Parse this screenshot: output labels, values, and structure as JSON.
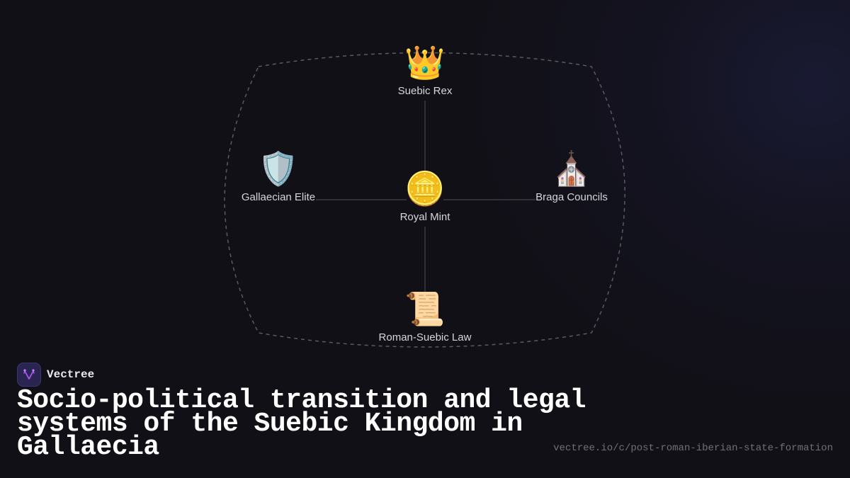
{
  "diagram": {
    "type": "hub-and-spoke",
    "center": {
      "id": "royal_mint",
      "label": "Royal Mint",
      "icon": "coin-icon",
      "glyph": "🪙"
    },
    "nodes": [
      {
        "id": "suebic_rex",
        "label": "Suebic Rex",
        "icon": "crown-icon",
        "glyph": "👑",
        "position": "top"
      },
      {
        "id": "gallaecian_elite",
        "label": "Gallaecian Elite",
        "icon": "shield-icon",
        "glyph": "🛡️",
        "position": "left"
      },
      {
        "id": "braga_councils",
        "label": "Braga Councils",
        "icon": "church-icon",
        "glyph": "⛪",
        "position": "right"
      },
      {
        "id": "roman_suebic_law",
        "label": "Roman-Suebic Law",
        "icon": "scroll-icon",
        "glyph": "📜",
        "position": "bottom"
      }
    ],
    "edges": [
      {
        "from": "suebic_rex",
        "to": "royal_mint"
      },
      {
        "from": "gallaecian_elite",
        "to": "royal_mint"
      },
      {
        "from": "braga_councils",
        "to": "royal_mint"
      },
      {
        "from": "roman_suebic_law",
        "to": "royal_mint"
      }
    ],
    "boundary": {
      "style": "dashed",
      "color": "#5a5a60"
    },
    "edge_color": "#3a3a40"
  },
  "brand": {
    "name": "Vectree",
    "logo_icon": "vectree-logo-icon",
    "logo_bg": "#2a2550",
    "logo_accent": "#a855f7"
  },
  "title": "Socio-political transition and legal systems of the Suebic Kingdom in Gallaecia",
  "url": "vectree.io/c/post-roman-iberian-state-formation",
  "colors": {
    "background": "#111016",
    "label_text": "#d6d6da",
    "title_text": "#ffffff",
    "url_text": "#707076"
  }
}
